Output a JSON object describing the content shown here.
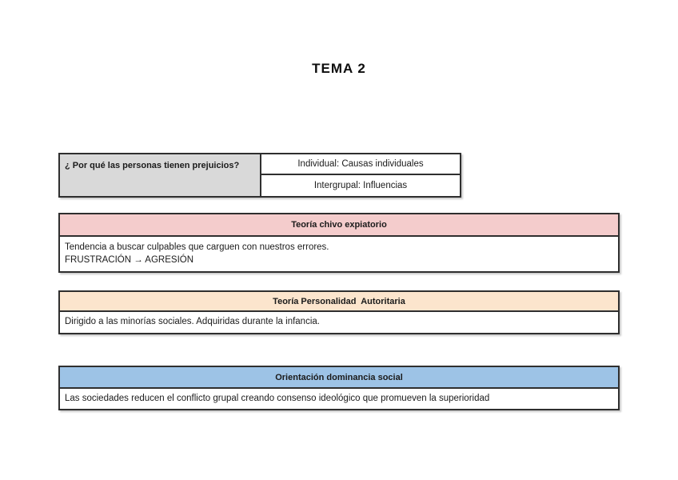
{
  "page": {
    "title": "TEMA 2"
  },
  "colors": {
    "gray_cell": "#d9d9d9",
    "pink_header": "#f4cccc",
    "peach_header": "#fce5cd",
    "blue_header": "#9dc3e6",
    "border": "#2f2f2f"
  },
  "question_table": {
    "question": "¿ Por qué las personas tienen prejuicios?",
    "answers": [
      "Individual: Causas individuales",
      "Intergrupal: Influencias"
    ]
  },
  "theory_boxes": [
    {
      "header": "Teoría chivo expiatorio",
      "header_color": "#f4cccc",
      "body_lines": [
        "Tendencia a buscar culpables que carguen con nuestros errores.",
        "FRUSTRACIÓN → AGRESIÓN"
      ]
    },
    {
      "header": "Teoría Personalidad  Autoritaria",
      "header_color": "#fce5cd",
      "body_lines": [
        "Dirigido a las minorías sociales. Adquiridas durante la infancia."
      ]
    },
    {
      "header": "Orientación dominancia social",
      "header_color": "#9dc3e6",
      "body_lines": [
        "Las sociedades reducen el conflicto grupal creando consenso ideológico que promueven la superioridad"
      ]
    }
  ]
}
